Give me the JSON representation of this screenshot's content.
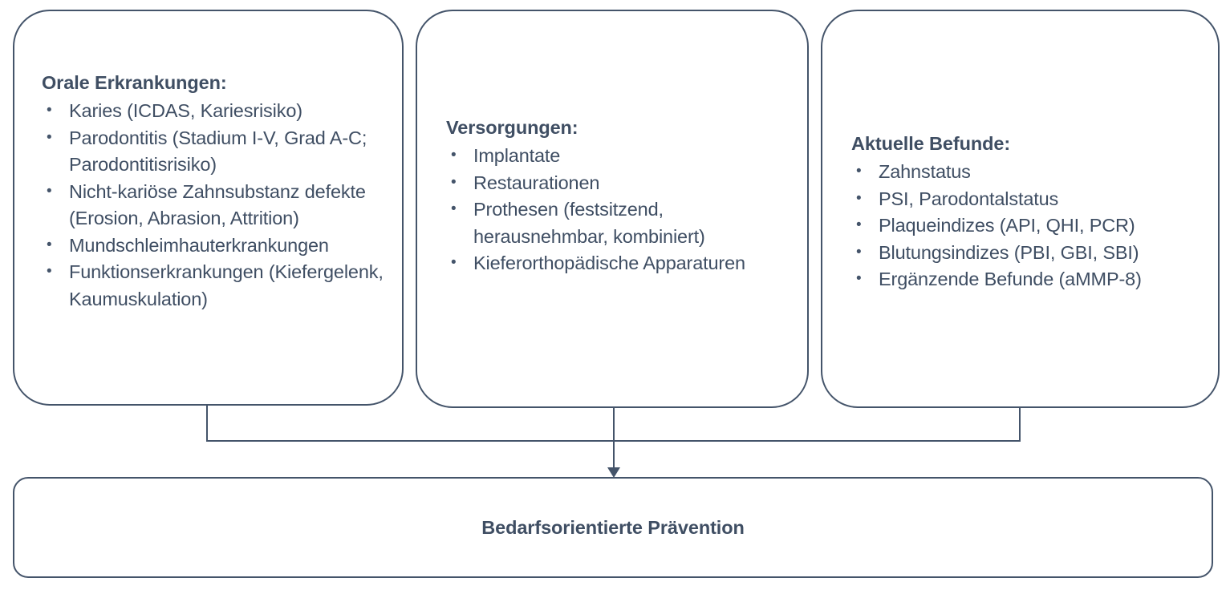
{
  "theme": {
    "stroke_color": "#44546a",
    "text_color": "#3f4e63",
    "background": "#ffffff"
  },
  "diagram": {
    "type": "flow-diagram",
    "orientation": "three-inputs-to-one-output",
    "cards": [
      {
        "id": "oral-diseases",
        "title": "Orale Erkrankungen:",
        "items": [
          "Karies (ICDAS, Kariesrisiko)",
          "Parodontitis (Stadium I-V, Grad A-C; Parodontitisrisiko)",
          "Nicht-kariöse Zahnsubstanz defekte (Erosion, Abrasion, Attrition)",
          "Mundschleimhauterkrankungen",
          "Funktionserkrankungen (Kiefergelenk, Kaumuskulation)"
        ]
      },
      {
        "id": "care-restorations",
        "title": "Versorgungen:",
        "items": [
          "Implantate",
          "Restaurationen",
          "Prothesen (festsitzend, herausnehmbar, kombiniert)",
          "Kieferorthopädische Apparaturen"
        ]
      },
      {
        "id": "current-findings",
        "title": "Aktuelle Befunde:",
        "items": [
          "Zahnstatus",
          "PSI, Parodontalstatus",
          "Plaqueindizes (API, QHI, PCR)",
          "Blutungsindizes (PBI, GBI, SBI)",
          "Ergänzende Befunde (aMMP-8)"
        ]
      }
    ],
    "outcome": {
      "id": "prevention",
      "label": "Bedarfsorientierte Prävention"
    },
    "connector": {
      "icon": "down-arrow-icon"
    }
  }
}
